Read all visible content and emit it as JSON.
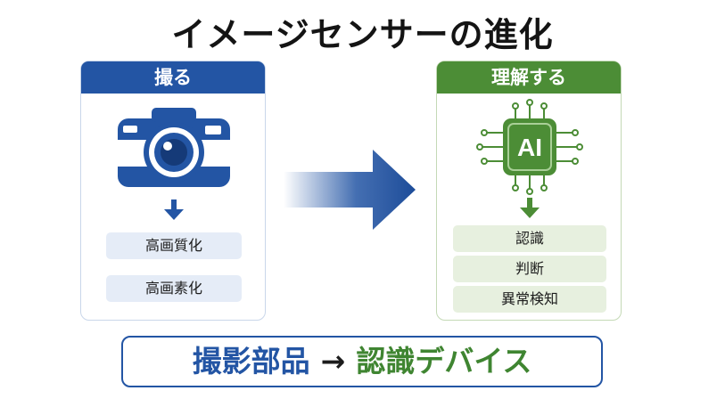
{
  "title": "イメージセンサーの進化",
  "left_panel": {
    "header": "撮る",
    "icon": "camera-icon",
    "items": [
      "高画質化",
      "高画素化"
    ]
  },
  "right_panel": {
    "header": "理解する",
    "icon": "ai-chip-icon",
    "chip_label": "AI",
    "items": [
      "認識",
      "判断",
      "異常検知"
    ]
  },
  "bottom": {
    "left_text": "撮影部品",
    "arrow": "→",
    "right_text": "認識デバイス"
  },
  "colors": {
    "blue": "#2355a4",
    "green": "#4c8d36"
  }
}
